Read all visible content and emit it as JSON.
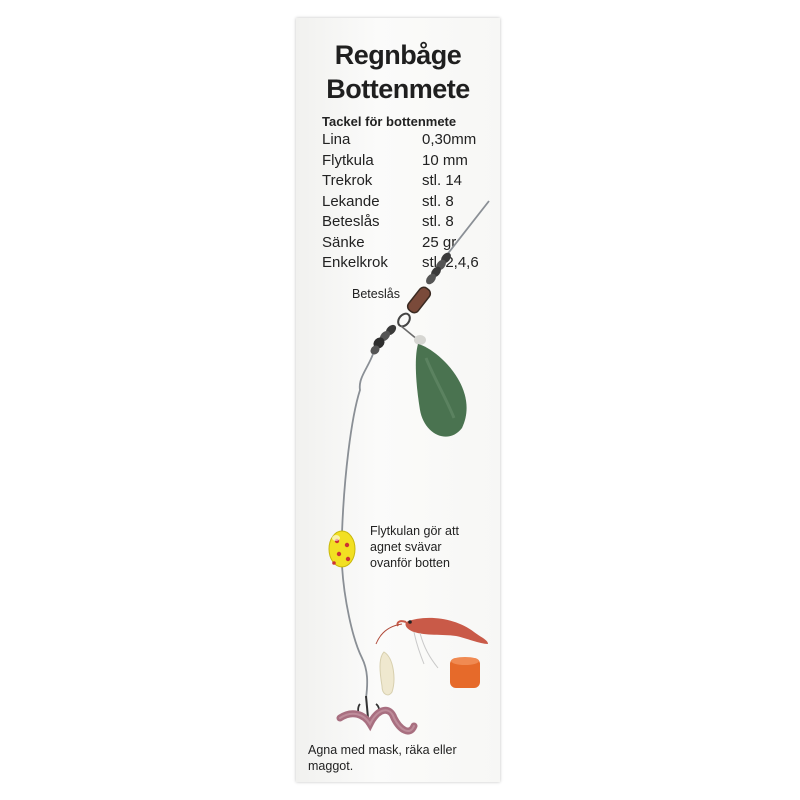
{
  "header": {
    "title_line1": "Regnbåge",
    "title_line2": "Bottenmete"
  },
  "specs": {
    "heading": "Tackel för bottenmete",
    "rows": [
      {
        "name": "Lina",
        "value": "0,30mm"
      },
      {
        "name": "Flytkula",
        "value": "10 mm"
      },
      {
        "name": "Trekrok",
        "value": "stl. 14"
      },
      {
        "name": "Lekande",
        "value": "stl. 8"
      },
      {
        "name": "Beteslås",
        "value": "stl. 8"
      },
      {
        "name": "Sänke",
        "value": "25 gr"
      },
      {
        "name": "Enkelkrok",
        "value": "stl. 2,4,6"
      }
    ]
  },
  "labels": {
    "snap": "Beteslås",
    "float_line1": "Flytkulan gör att",
    "float_line2": "agnet svävar",
    "float_line3": "ovanför botten",
    "bait_line1": "Agna med mask, räka eller",
    "bait_line2": "maggot."
  },
  "colors": {
    "sinker": "#4a7350",
    "float": "#f2e022",
    "worm": "#a86f80",
    "shrimp": "#c95a48",
    "egg": "#e66a2a",
    "line": "#8a8f95"
  },
  "icons": [
    "sinker-icon",
    "float-icon",
    "swivel-icon",
    "hook-icon",
    "worm-icon",
    "shrimp-icon",
    "maggot-icon",
    "bait-egg-icon"
  ]
}
